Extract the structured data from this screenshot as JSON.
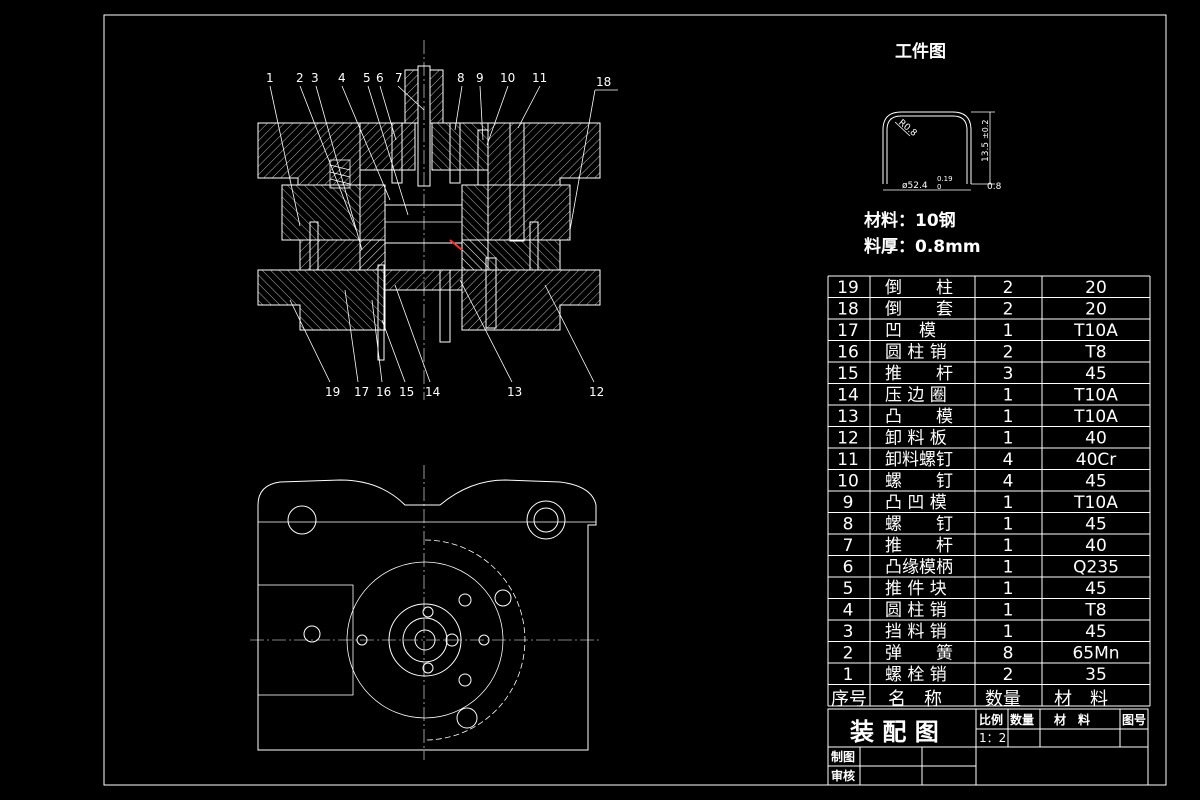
{
  "colors": {
    "background": "#000000",
    "line": "#ffffff",
    "accent": "#ff3030"
  },
  "workpiece": {
    "title": "工件图",
    "radius_label": "R0.8",
    "diameter_label": "ø52.4",
    "tol_upper": "0.19",
    "tol_lower": "0",
    "height_label": "13.5",
    "height_tol": "±0.2",
    "thickness_label": "0.8",
    "material": "材料：10钢",
    "thickness": "料厚：0.8mm"
  },
  "leaders": {
    "top": [
      "1",
      "2",
      "3",
      "4",
      "5",
      "6",
      "7",
      "8",
      "9",
      "10",
      "11",
      "18"
    ],
    "bottom": [
      "19",
      "17",
      "16",
      "15",
      "14",
      "13",
      "12"
    ]
  },
  "bom": {
    "header": {
      "no": "序号",
      "name": "名　称",
      "qty": "数量",
      "material": "材　料"
    },
    "rows": [
      {
        "no": "19",
        "name": "倒　　柱",
        "qty": "2",
        "material": "20"
      },
      {
        "no": "18",
        "name": "倒　　套",
        "qty": "2",
        "material": "20"
      },
      {
        "no": "17",
        "name": "凹　模",
        "qty": "1",
        "material": "T10A"
      },
      {
        "no": "16",
        "name": "圆 柱 销",
        "qty": "2",
        "material": "T8"
      },
      {
        "no": "15",
        "name": "推　　杆",
        "qty": "3",
        "material": "45"
      },
      {
        "no": "14",
        "name": "压 边 圈",
        "qty": "1",
        "material": "T10A"
      },
      {
        "no": "13",
        "name": "凸　　模",
        "qty": "1",
        "material": "T10A"
      },
      {
        "no": "12",
        "name": "卸 料 板",
        "qty": "1",
        "material": "40"
      },
      {
        "no": "11",
        "name": "卸料螺钉",
        "qty": "4",
        "material": "40Cr"
      },
      {
        "no": "10",
        "name": "螺　　钉",
        "qty": "4",
        "material": "45"
      },
      {
        "no": "9",
        "name": "凸 凹 模",
        "qty": "1",
        "material": "T10A"
      },
      {
        "no": "8",
        "name": "螺　　钉",
        "qty": "1",
        "material": "45"
      },
      {
        "no": "7",
        "name": "推　　杆",
        "qty": "1",
        "material": "40"
      },
      {
        "no": "6",
        "name": "凸缘模柄",
        "qty": "1",
        "material": "Q235"
      },
      {
        "no": "5",
        "name": "推 件 块",
        "qty": "1",
        "material": "45"
      },
      {
        "no": "4",
        "name": "圆 柱 销",
        "qty": "1",
        "material": "T8"
      },
      {
        "no": "3",
        "name": "挡 料 销",
        "qty": "1",
        "material": "45"
      },
      {
        "no": "2",
        "name": "弹　　簧",
        "qty": "8",
        "material": "65Mn"
      },
      {
        "no": "1",
        "name": "螺 栓 销",
        "qty": "2",
        "material": "35"
      }
    ]
  },
  "title_block": {
    "drawing_name": "装 配 图",
    "scale_label": "比例",
    "qty_label": "数量",
    "material_label": "材　料",
    "drawing_no_label": "图号",
    "scale_value": "1：2",
    "drawn_by": "制图",
    "checked_by": "审核"
  }
}
